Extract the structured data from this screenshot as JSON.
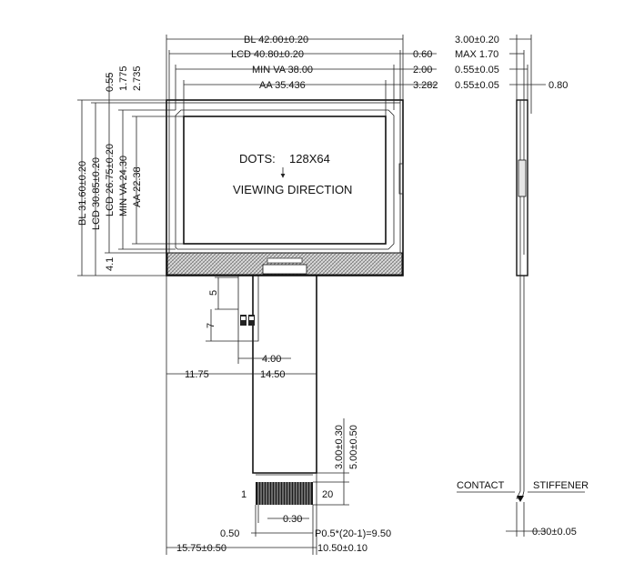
{
  "screen": {
    "dots_label": "DOTS:",
    "dots_value": "128X64",
    "viewing_direction": "VIEWING DIRECTION"
  },
  "dimensions_top": {
    "bl": "BL 42.00±0.20",
    "lcd": "LCD 40.80±0.20",
    "min_va": "MIN VA 38.00",
    "aa": "AA 35.436",
    "right_060": "0.60",
    "right_200": "2.00",
    "right_3282": "3.282"
  },
  "dimensions_left": {
    "bl": "BL 31.60±0.20",
    "lcd": "LCD 30.85±0.20",
    "lcd2": "LCD 26.75±0.20",
    "min_va": "MIN VA 24.30",
    "aa": "AA 22.38",
    "d055": "0.55",
    "d1775": "1.775",
    "d2735": "2.735",
    "d41": "4.1"
  },
  "dimensions_fpc": {
    "d5": "5",
    "d7": "7",
    "d400": "4.00",
    "d1175": "11.75",
    "d1450": "14.50",
    "d300": "3.00±0.30",
    "d500": "5.00±0.50",
    "pin_first": "1",
    "pin_last": "20",
    "d030": "0.30",
    "d050": "0.50",
    "pitch": "P0.5*(20-1)=9.50",
    "d1575": "15.75±0.50",
    "d1050": "10.50±0.10"
  },
  "side_view": {
    "d300": "3.00±0.20",
    "max": "MAX 1.70",
    "d055a": "0.55±0.05",
    "d055b": "0.55±0.05",
    "d080": "0.80",
    "contact": "CONTACT",
    "stiffener": "STIFFENER",
    "d030": "0.30±0.05"
  }
}
